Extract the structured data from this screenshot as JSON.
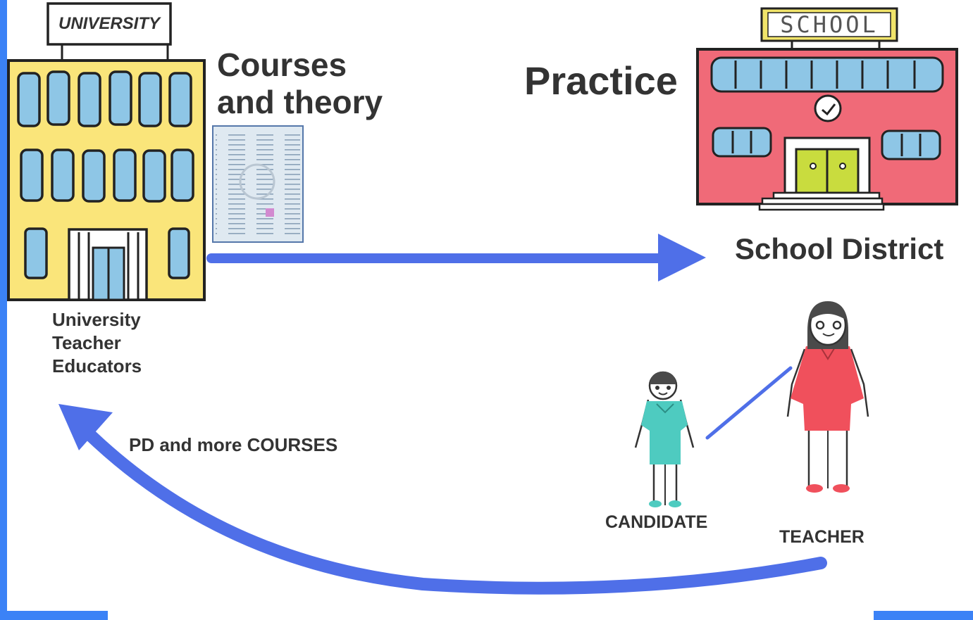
{
  "university": {
    "sign": "UNIVERSITY",
    "heading_line1": "Courses",
    "heading_line2": "and theory",
    "caption_line1": "University",
    "caption_line2": "Teacher",
    "caption_line3": "Educators"
  },
  "school": {
    "sign": "SCHOOL",
    "heading": "Practice",
    "caption": "School District"
  },
  "people": {
    "candidate_label": "CANDIDATE",
    "teacher_label": "TEACHER"
  },
  "feedback_label": "PD and more COURSES",
  "colors": {
    "arrow": "#4f6fe8",
    "frame": "#3b82f6",
    "university_building": "#fae57a",
    "school_building": "#f06a78",
    "window": "#8ec6e6",
    "candidate": "#4ecbc0",
    "teacher": "#f0505c"
  }
}
